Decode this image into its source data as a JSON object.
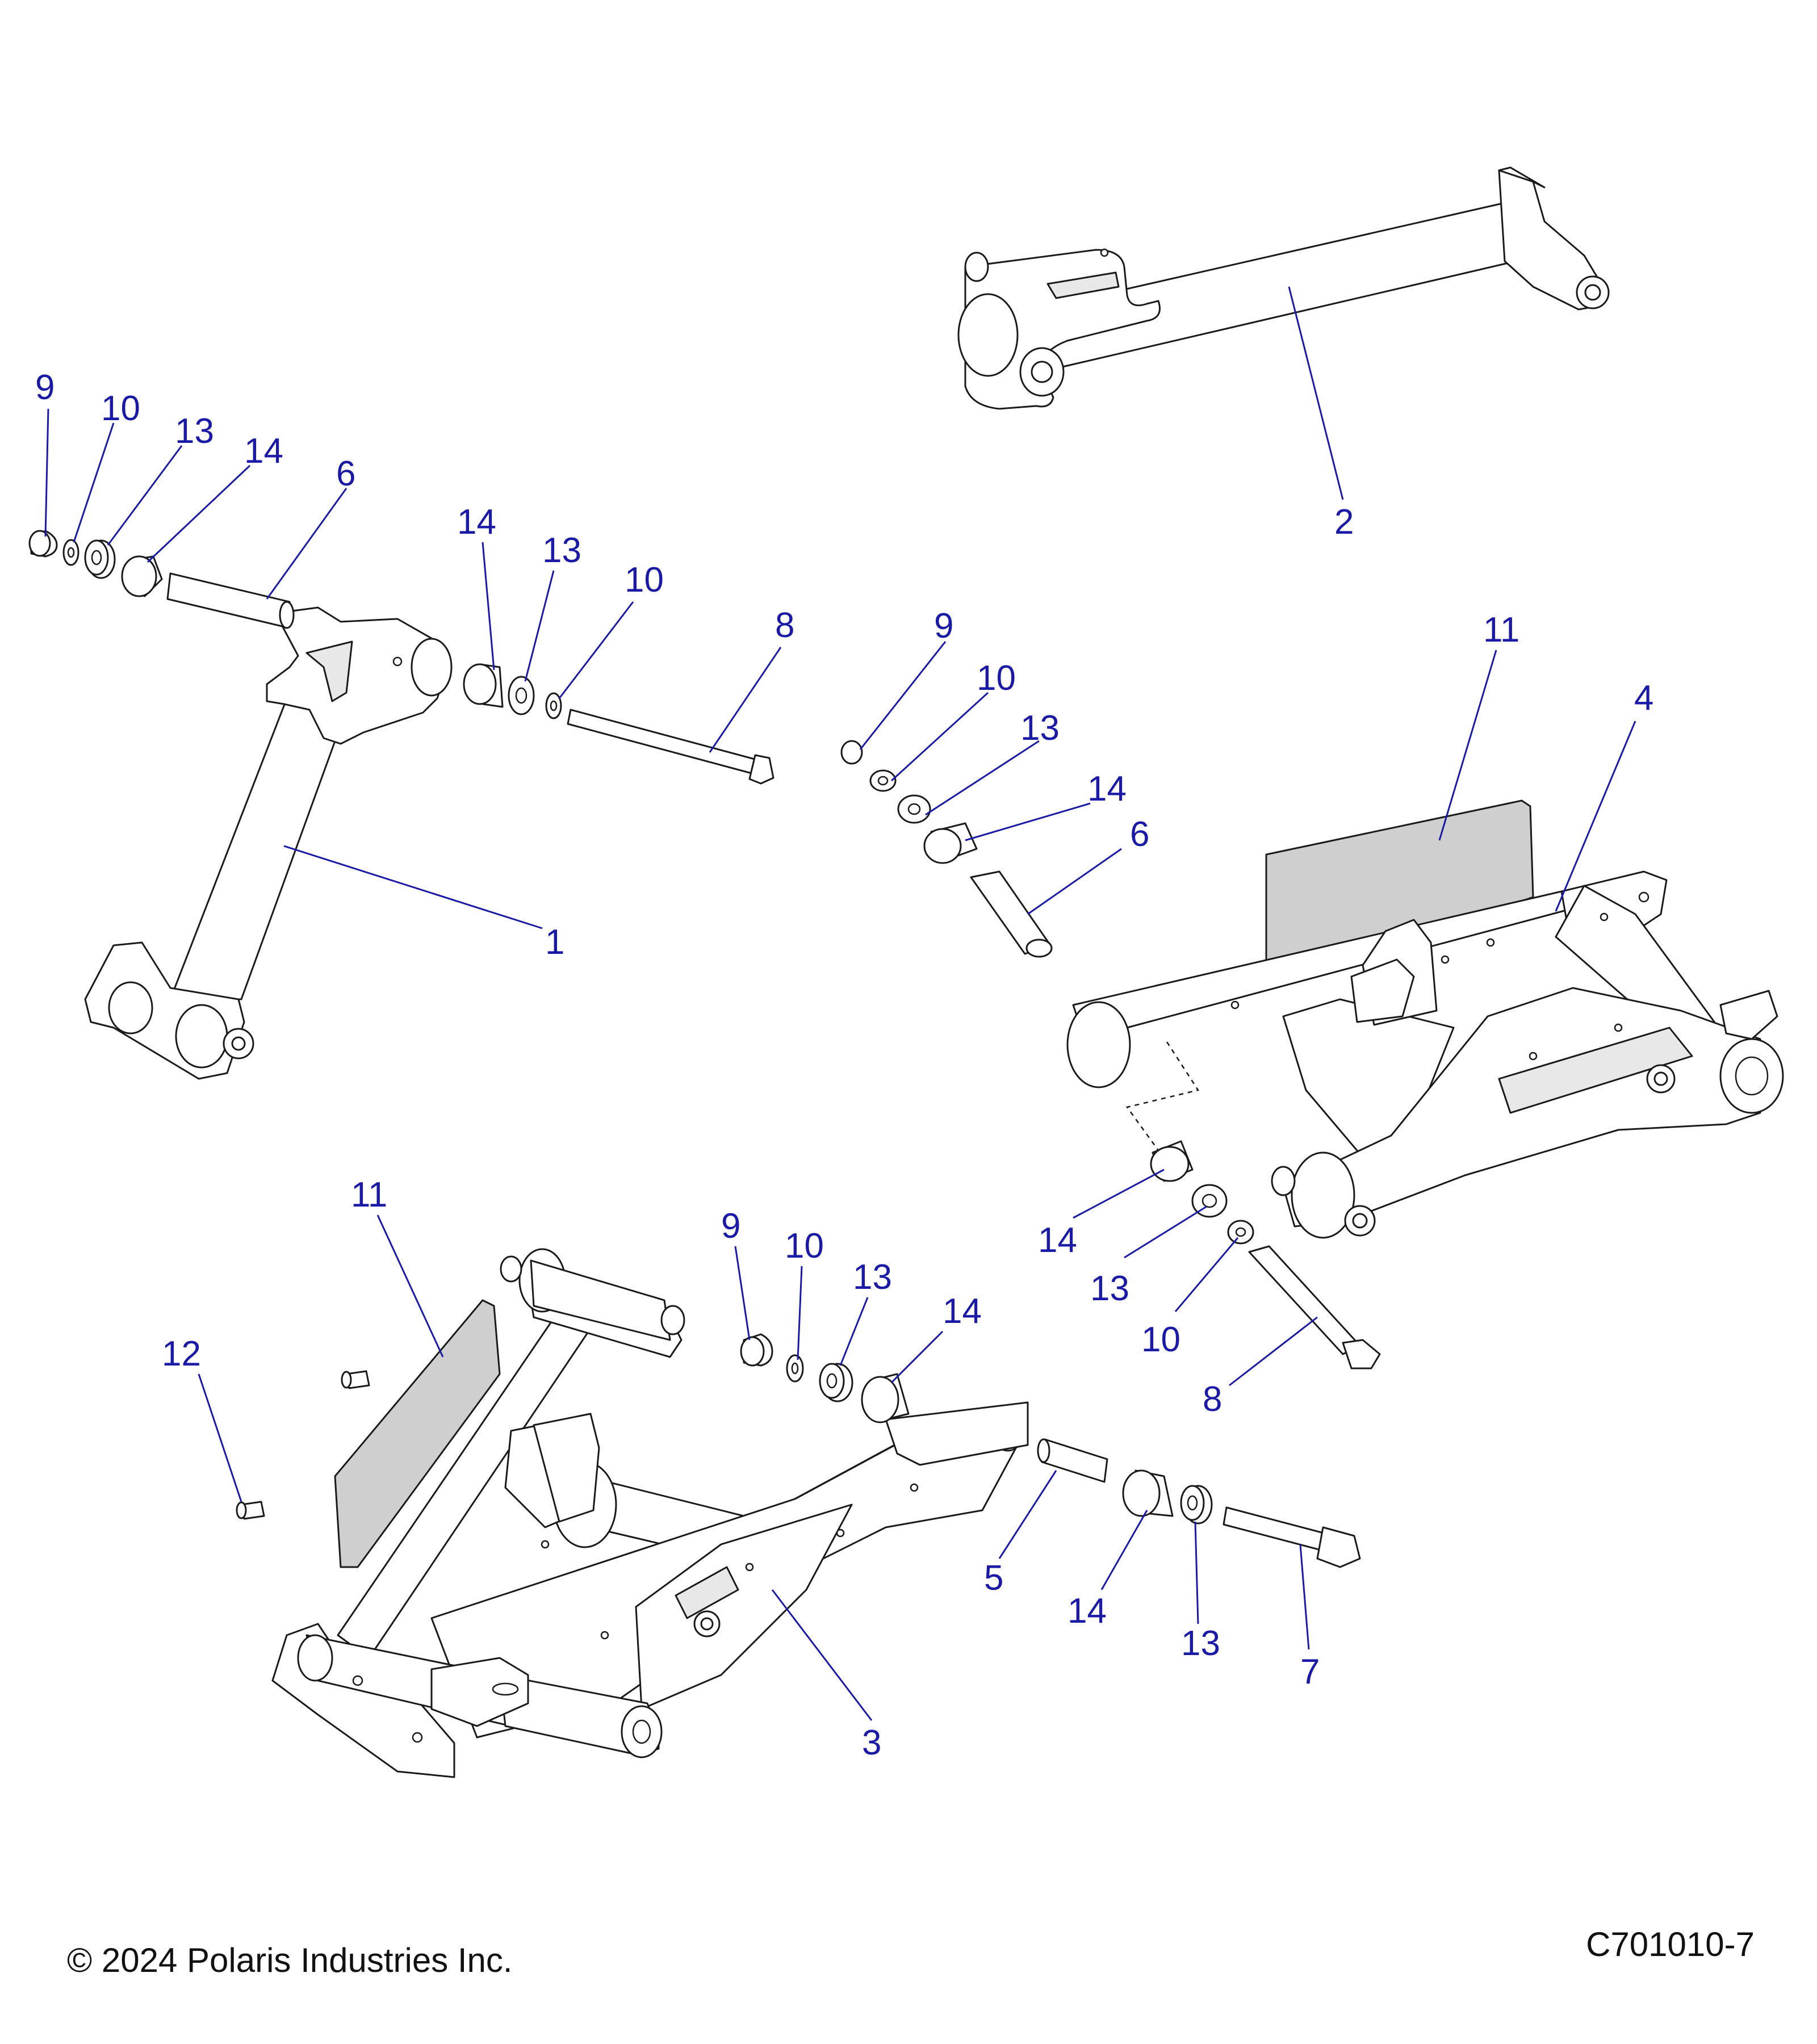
{
  "callouts": [
    {
      "id": "c9a",
      "text": "9"
    },
    {
      "id": "c10a",
      "text": "10"
    },
    {
      "id": "c13a",
      "text": "13"
    },
    {
      "id": "c14a",
      "text": "14"
    },
    {
      "id": "c6a",
      "text": "6"
    },
    {
      "id": "c14b",
      "text": "14"
    },
    {
      "id": "c13b",
      "text": "13"
    },
    {
      "id": "c10b",
      "text": "10"
    },
    {
      "id": "c8a",
      "text": "8"
    },
    {
      "id": "c2",
      "text": "2"
    },
    {
      "id": "c1",
      "text": "1"
    },
    {
      "id": "c9b",
      "text": "9"
    },
    {
      "id": "c10c",
      "text": "10"
    },
    {
      "id": "c13c",
      "text": "13"
    },
    {
      "id": "c14c",
      "text": "14"
    },
    {
      "id": "c6b",
      "text": "6"
    },
    {
      "id": "c11a",
      "text": "11"
    },
    {
      "id": "c4",
      "text": "4"
    },
    {
      "id": "c14d",
      "text": "14"
    },
    {
      "id": "c13d",
      "text": "13"
    },
    {
      "id": "c10d",
      "text": "10"
    },
    {
      "id": "c8b",
      "text": "8"
    },
    {
      "id": "c11b",
      "text": "11"
    },
    {
      "id": "c12",
      "text": "12"
    },
    {
      "id": "c9c",
      "text": "9"
    },
    {
      "id": "c10e",
      "text": "10"
    },
    {
      "id": "c13e",
      "text": "13"
    },
    {
      "id": "c14e",
      "text": "14"
    },
    {
      "id": "c5",
      "text": "5"
    },
    {
      "id": "c14f",
      "text": "14"
    },
    {
      "id": "c13f",
      "text": "13"
    },
    {
      "id": "c7",
      "text": "7"
    },
    {
      "id": "c3",
      "text": "3"
    }
  ],
  "footer": {
    "copyright": "© 2024 Polaris Industries Inc.",
    "figure_id": "C701010-7"
  }
}
